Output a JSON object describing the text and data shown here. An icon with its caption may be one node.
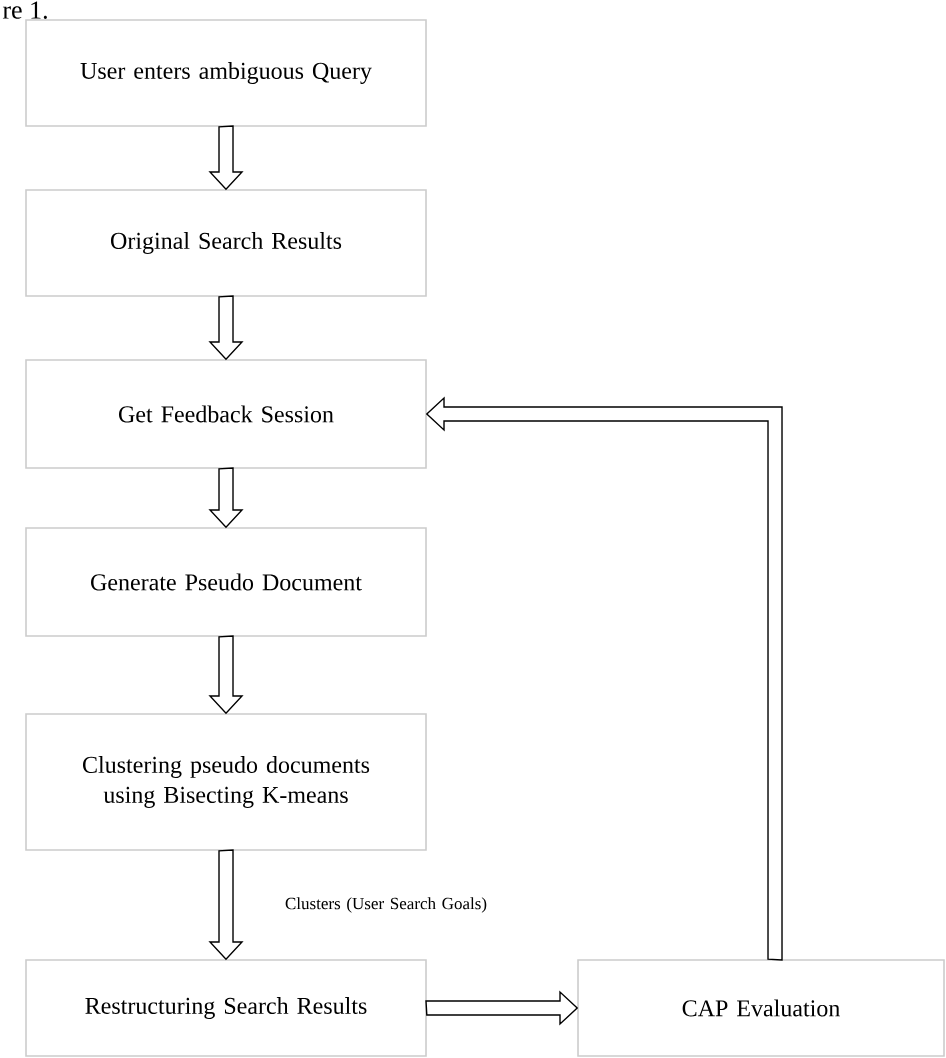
{
  "diagram": {
    "nodes": [
      {
        "text": [
          "User enters ambiguous Query"
        ]
      },
      {
        "text": [
          "Original Search Results"
        ]
      },
      {
        "text": [
          "Get Feedback Session"
        ]
      },
      {
        "text": [
          "Generate Pseudo Document"
        ]
      },
      {
        "text": [
          "Clustering pseudo documents using Bisecting K-means"
        ]
      },
      {
        "text": [
          "Restructuring Search Results"
        ]
      },
      {
        "text": [
          "CAP Evaluation"
        ]
      }
    ],
    "edges": [
      {
        "from": 0,
        "to": 1,
        "arrow": "to"
      },
      {
        "from": 1,
        "to": 2,
        "arrow": "to"
      },
      {
        "from": 2,
        "to": 3,
        "arrow": "to"
      },
      {
        "from": 3,
        "to": 4,
        "arrow": "to"
      },
      {
        "from": 4,
        "to": 5,
        "arrow": "to",
        "label": "Clusters (User Search Goals)"
      },
      {
        "from": 5,
        "to": 6,
        "arrow": "to"
      },
      {
        "from": 6,
        "to": 2,
        "arrow": "to"
      }
    ],
    "labels": [
      "re 1."
    ]
  }
}
